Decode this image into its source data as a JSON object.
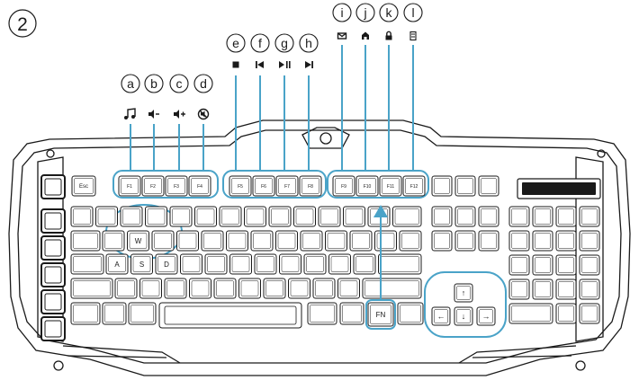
{
  "step_number": "2",
  "callouts": [
    {
      "letter": "a",
      "icon": "music-note-icon"
    },
    {
      "letter": "b",
      "icon": "volume-down-icon"
    },
    {
      "letter": "c",
      "icon": "volume-up-icon"
    },
    {
      "letter": "d",
      "icon": "mute-icon"
    },
    {
      "letter": "e",
      "icon": "stop-icon"
    },
    {
      "letter": "f",
      "icon": "previous-track-icon"
    },
    {
      "letter": "g",
      "icon": "play-pause-icon"
    },
    {
      "letter": "h",
      "icon": "next-track-icon"
    },
    {
      "letter": "i",
      "icon": "mail-icon"
    },
    {
      "letter": "j",
      "icon": "home-icon"
    },
    {
      "letter": "k",
      "icon": "lock-icon"
    },
    {
      "letter": "l",
      "icon": "calculator-icon"
    }
  ],
  "keys": {
    "esc": "Esc",
    "f1": "F1",
    "f2": "F2",
    "f3": "F3",
    "f4": "F4",
    "f5": "F5",
    "f6": "F6",
    "f7": "F7",
    "f8": "F8",
    "f9": "F9",
    "f10": "F10",
    "f11": "F11",
    "f12": "F12",
    "w": "W",
    "a": "A",
    "s": "S",
    "d": "D",
    "fn": "FN",
    "up": "↑",
    "down": "↓",
    "left": "←",
    "right": "→"
  },
  "colors": {
    "highlight": "#4aa3c8",
    "line": "#1a1a1a"
  }
}
